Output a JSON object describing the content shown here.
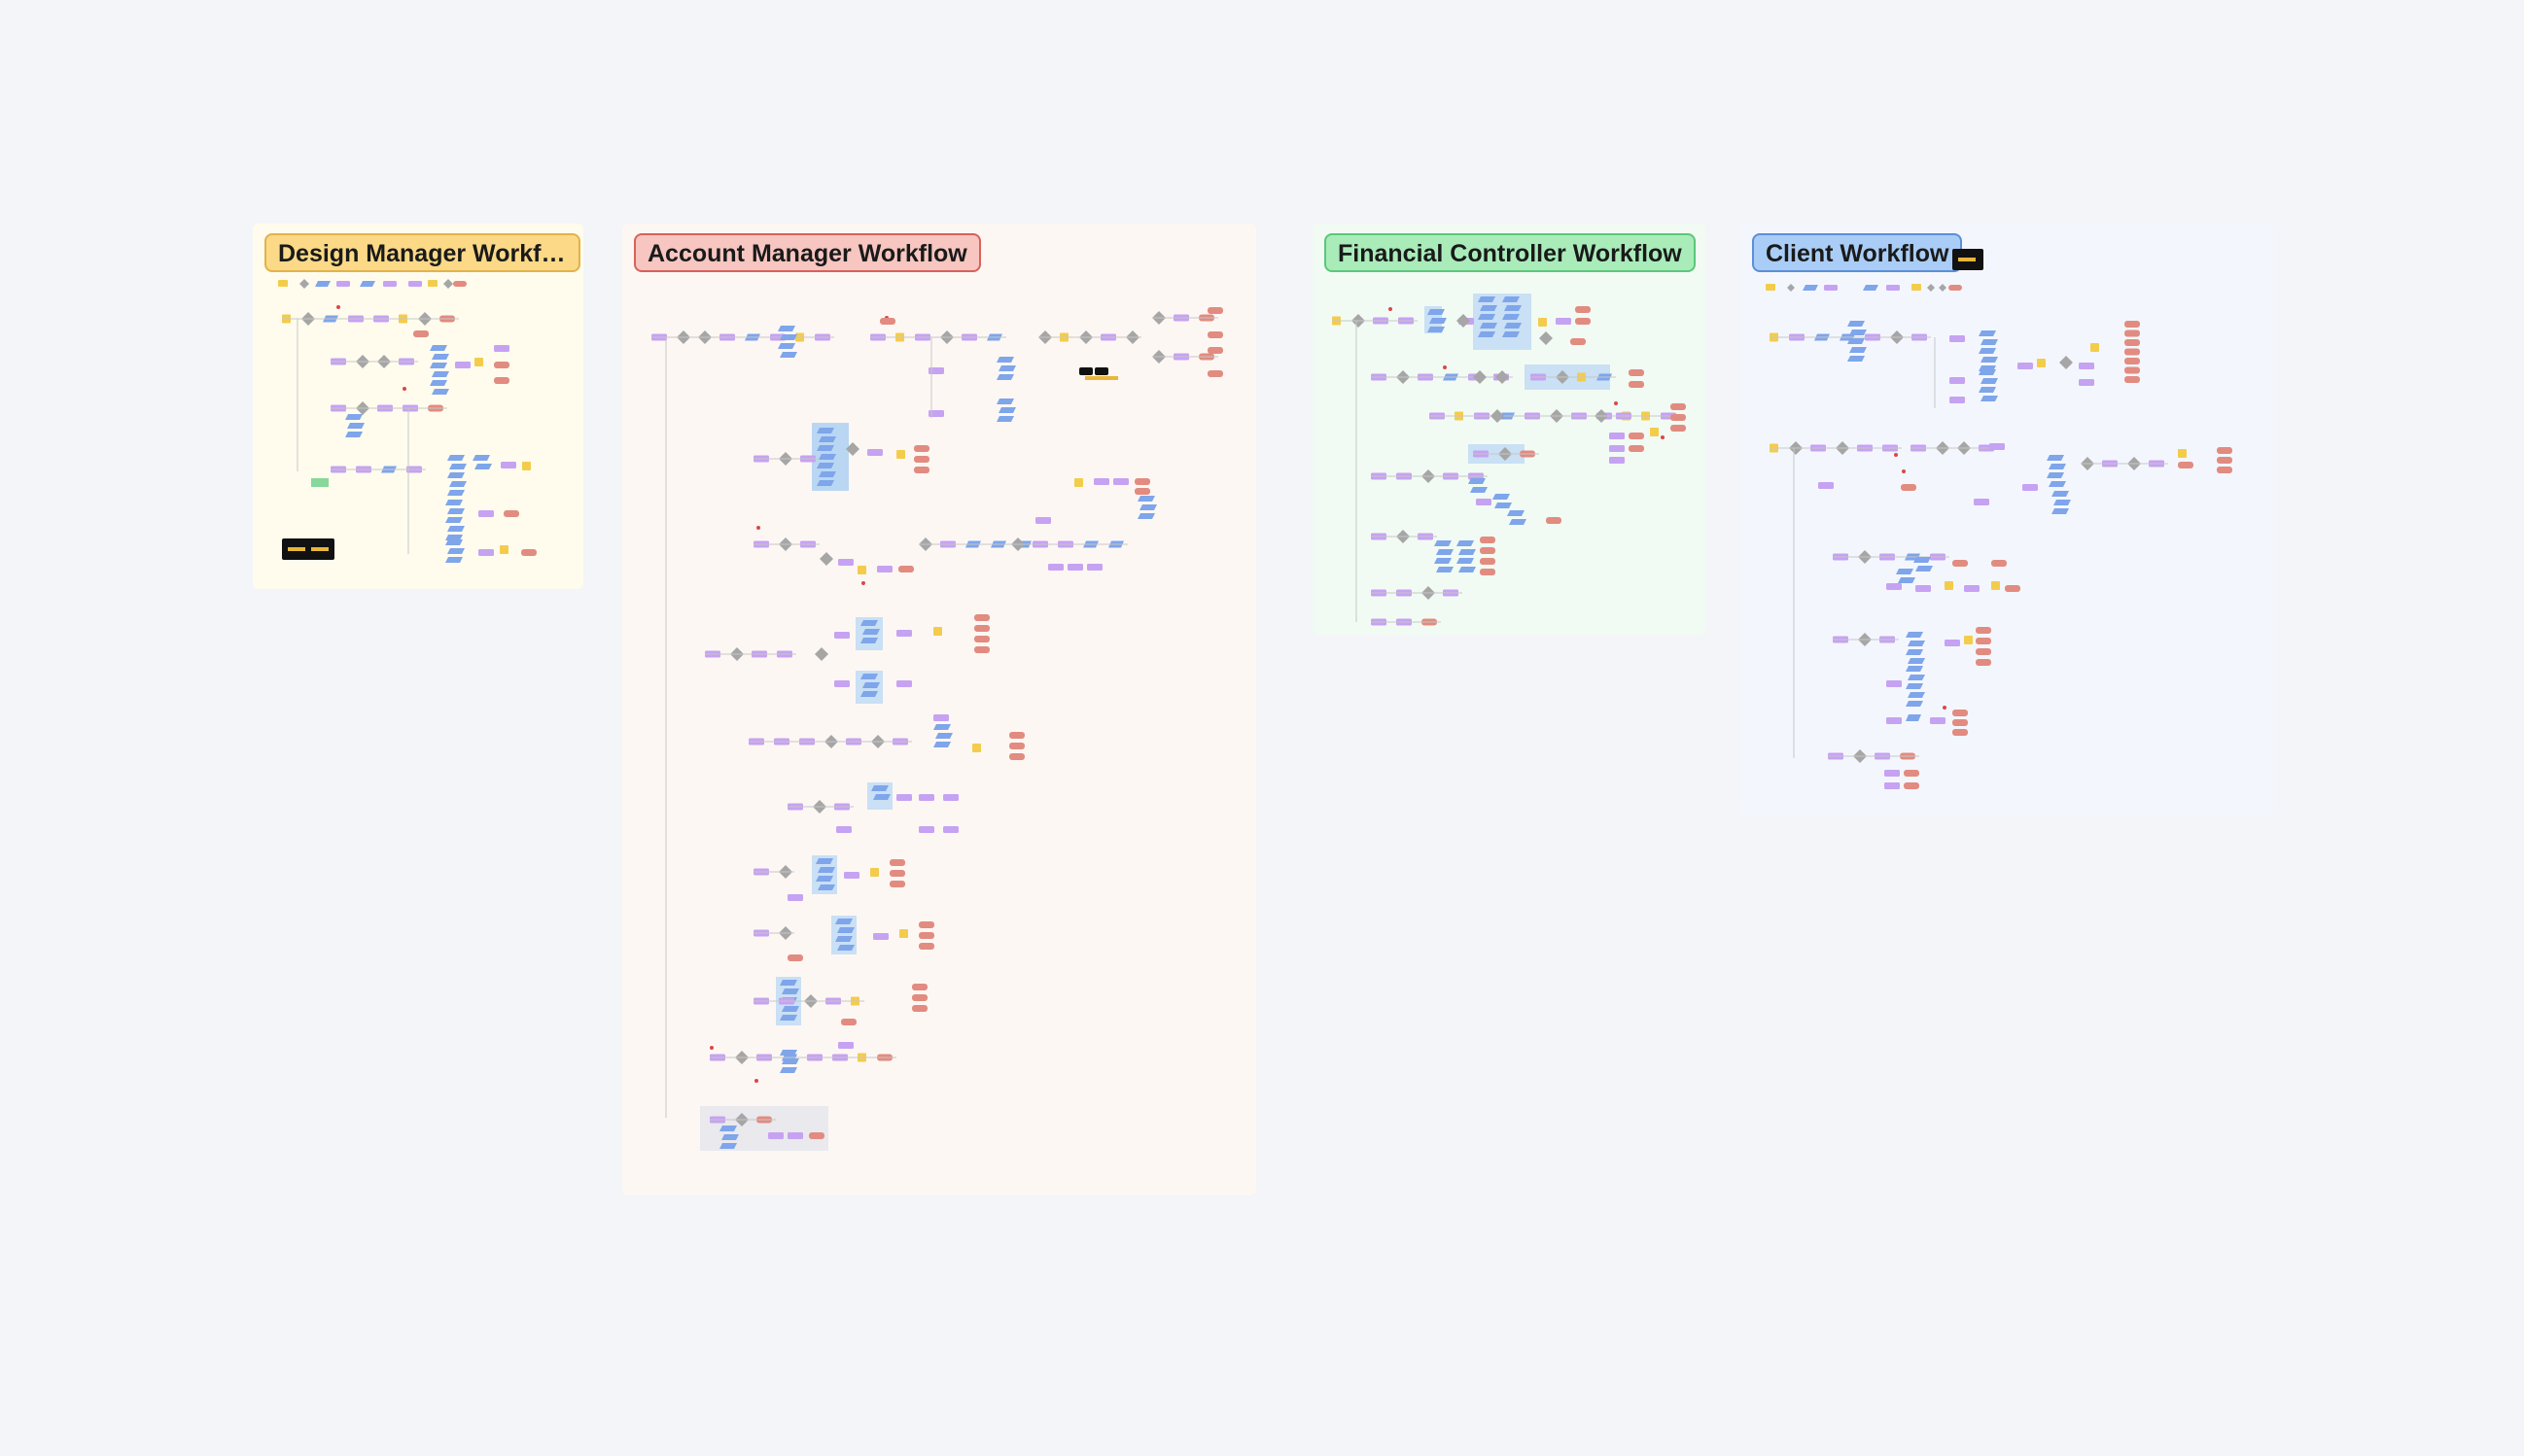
{
  "canvas": {
    "background": "#f3f5f8"
  },
  "sections": [
    {
      "id": "design",
      "title": "Design Manager Workfl...",
      "bg": "#fffcee",
      "title_bg": "#fbd986",
      "title_border": "#e2b24a"
    },
    {
      "id": "account",
      "title": "Account Manager Workflow",
      "bg": "#fdf7f3",
      "title_bg": "#f7c6c0",
      "title_border": "#d9615a"
    },
    {
      "id": "financial",
      "title": "Financial Controller Workflow",
      "bg": "#f1fbf3",
      "title_bg": "#a9ecba",
      "title_border": "#5bc779"
    },
    {
      "id": "client",
      "title": "Client Workflow",
      "bg": "#f3f7fd",
      "title_bg": "#a9cdf6",
      "title_border": "#5b8fd8"
    }
  ],
  "node_colors": {
    "process": "#c6a2f2",
    "data": "#7fa5ea",
    "decision": "#a6a6a6",
    "terminator": "#e28b80",
    "note": "#f3cc4c",
    "group": "#b9d7f3",
    "connector": "#c7c7c7",
    "accent": "#d94848"
  }
}
